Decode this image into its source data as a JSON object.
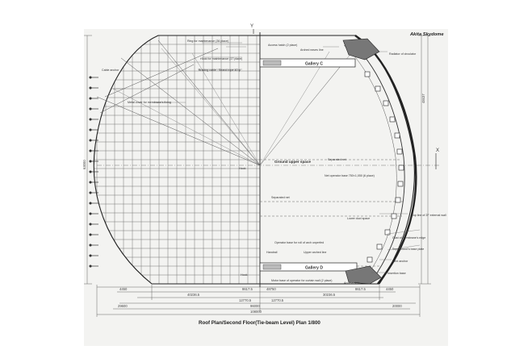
{
  "header": {
    "title": "Akita Skydome"
  },
  "footer": {
    "caption": "Roof Plan/Second Floor(Tie-beam Level) Plan 1/800"
  },
  "annotations": {
    "ring_maintenance": "Ring for maintenance (36 place)",
    "access_hatch": "Access hatch (2 place)",
    "arched_eaves": "Arched eaves line",
    "radiator": "Radiator of circulator",
    "hook_maintenance": "Hook for maintenance (17 place)",
    "bracing_cable": "Bracing cable : Strand rope 40 φ",
    "cable_anchor": "Cable anchor",
    "metal_cover": "Metal cover for membrane's fixing",
    "gallery_c": "Gallery C",
    "gallery_d": "Gallery D",
    "hook": "Hook",
    "ground_upper_space": "Ground upper space",
    "separated_net_top": "Separated net",
    "net_operator_base": "Net operator base 750×1,050 (6 place)",
    "separated_net_mid": "Separated net",
    "lower_duct_space": "Lower duct space",
    "top_line_external_wall": "Top line of 2F external wall",
    "operator_base_roll": "Operator base for roll of arch unperfed",
    "handrail": "Handrail",
    "upper_arched_line": "Upper arched line",
    "motor_base_curtain": "Motor base of operator for curtain wall (2 place)",
    "hook_bottom": "Hook",
    "gust_membrane_edge": "Gust of membrane's edge",
    "supplement_base_plate": "Supplement's base plate",
    "wire_anchor": "Wire anchor",
    "insertion_base": "Insertion base",
    "access_stair": "Access stair",
    "axis_y": "Y",
    "axis_x": "X"
  },
  "dimensions": {
    "d_4450": "4450",
    "d_8617": "8617.5",
    "d_48750": "48750",
    "d_40236": "40236.5",
    "d_12770a": "12770.5",
    "d_12770b": "12770.5",
    "d_30236": "30236.5",
    "d_8617b": "8617.5",
    "d_4450b": "4450",
    "d_29600": "29600",
    "d_96000": "96000",
    "d_20000": "20000",
    "d_108000": "108000",
    "d_63000": "63000",
    "d_48437": "48437"
  }
}
